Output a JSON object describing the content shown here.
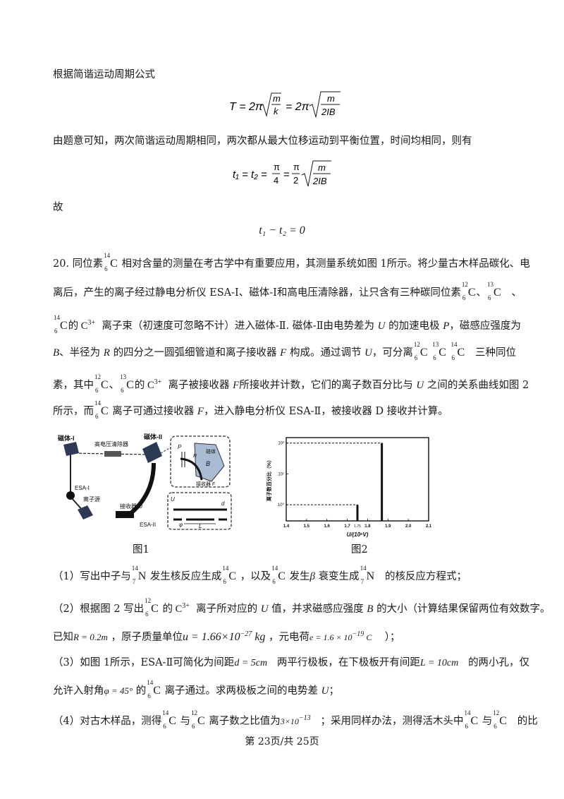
{
  "text": {
    "l1": "根据简谐运动周期公式",
    "eq1_T": "T = 2π",
    "eq1_m": "m",
    "eq1_k": "k",
    "eq1_mid": "= 2π",
    "eq1_m2": "m",
    "eq1_2IB": "2IB",
    "l2": "由题意可知，两次简谐运动周期相同，两次都从最大位移运动到平衡位置，时间均相同，则有",
    "eq2_t": "t₁ = t₂ =",
    "eq2_pi": "π",
    "eq2_4": "4",
    "eq2_eq": "=",
    "eq2_pi2": "π",
    "eq2_2": "2",
    "eq2_m": "m",
    "eq2_2IB": "2IB",
    "l3": "故",
    "eq3": "t₁ − t₂ = 0",
    "q20_a": "20. 同位素",
    "q20_b": "相对含量的测量在考古学中有重要应用，其测量系统如图 1所示。将少量古木样品碳化、电",
    "q20_c": "离后，产生的离子经过静电分析仪 ESA-I、磁体-I和高电压清除器，让只含有三种碳同位素",
    "q20_c2": "、",
    "q20_c3": "、",
    "q20_d1": "的",
    "q20_d2": "离子束（初速度可忽略不计）进入磁体-Ⅱ. 磁体-Ⅱ由电势差为",
    "q20_d3": "U",
    "q20_d4": "的加速电极",
    "q20_d5": "P",
    "q20_d6": "，磁感应强度为",
    "q20_e1": "B",
    "q20_e2": "、半径为",
    "q20_e3": "R",
    "q20_e4": "的四分之一圆弧细管道和离子接收器",
    "q20_e5": "F",
    "q20_e6": "构成。通过调节",
    "q20_e7": "U",
    "q20_e8": "，可分离",
    "q20_e9": "三种同位",
    "q20_f1": "素，其中",
    "q20_f2": "、",
    "q20_f3": "的",
    "q20_f4": "离子被接收器",
    "q20_f5": "F",
    "q20_f6": "所接收并计数，它们的离子数百分比与",
    "q20_f7": "U",
    "q20_f8": "之间的关系曲线如图 2",
    "q20_g1": "所示，而",
    "q20_g2": "离子可通过接收器",
    "q20_g3": "F",
    "q20_g4": "，进入静电分析仪 ESA-Ⅱ，被接收器 D 接收并计算。",
    "fig1_caption": "图1",
    "fig2_caption": "图2",
    "p1_a": "（1）写出中子与",
    "p1_b": "发生核反应生成",
    "p1_c": "，以及",
    "p1_d": "发生",
    "p1_e": "衰变生成",
    "p1_f": "的核反应方程式；",
    "p1_beta": "β",
    "p2_a": "（2）根据图 2 写出",
    "p2_b": "的",
    "p2_c": "离子所对应的",
    "p2_d": "U",
    "p2_e": "值，并求磁感应强度",
    "p2_f": "B",
    "p2_g": "的大小（计算结果保留两位有效数字。",
    "p2b_a": "已知",
    "p2b_R": "R = 0.2m",
    "p2b_b": "，原子质量单位",
    "p2b_u": "u = 1.66×10",
    "p2b_uexp": "−27",
    "p2b_kg": " kg",
    "p2b_c": "，元电荷",
    "p2b_e": "e = 1.6 × 10",
    "p2b_eexp": "−19",
    "p2b_C": " C",
    "p2b_d": "）；",
    "p3_a": "（3）如图 1所示，ESA-Ⅱ可简化为间距",
    "p3_d": "d = 5cm",
    "p3_b": "两平行极板，在下极板开有间距",
    "p3_L": "L = 10cm",
    "p3_c": "的两小孔，仅",
    "p3b_a": "允许入射角",
    "p3b_phi": "φ = 45°",
    "p3b_b": "的",
    "p3b_c": "离子通过。求两极板之间的电势差",
    "p3b_U": "U",
    "p3b_d": "；",
    "p4_a": "（4）对古木样品，测得",
    "p4_b": "与",
    "p4_c": "离子数之比值为",
    "p4_v": "3×10",
    "p4_vexp": "−13",
    "p4_d": "；采用同样办法，测得活木头中",
    "p4_e": "与",
    "p4_f": "的比",
    "footer": "第 23页/共 25页"
  },
  "iso": {
    "C14": {
      "a": "14",
      "z": "6",
      "s": "C"
    },
    "C13": {
      "a": "13",
      "z": "6",
      "s": "C"
    },
    "C12": {
      "a": "12",
      "z": "6",
      "s": "C"
    },
    "N14": {
      "a": "14",
      "z": "7",
      "s": "N"
    },
    "charge": "3+"
  },
  "fig1": {
    "magnet1": "磁体-I",
    "cleaner": "高电压清除器",
    "magnet2": "磁体-II",
    "esa1": "ESA-I",
    "source": "离子源",
    "receiverD": "接收器 D",
    "esa2": "ESA-II",
    "P": "P",
    "R": "R",
    "B": "B",
    "magnet_inset": "磁体",
    "receiverF": "接收器 F",
    "U1": "U",
    "L": "L",
    "d": "d",
    "phi": "φ"
  },
  "chart_data": {
    "type": "bar",
    "ylabel": "离子数百分比（%）",
    "xlabel": "U/(10⁶V)",
    "x_ticks": [
      "1.4",
      "1.5",
      "1.6",
      "1.7",
      "1.8",
      "1.9",
      "2.0",
      "2.1"
    ],
    "y_ticks": [
      "10⁰",
      "10¹",
      "10²"
    ],
    "xlim": [
      1.4,
      2.1
    ],
    "y_scale": "log",
    "ylim": [
      0.3,
      150
    ],
    "bars": [
      {
        "x": 1.75,
        "value": 1
      },
      {
        "x": 1.87,
        "value": 100
      }
    ],
    "dashed_levels": [
      {
        "from_x": 1.4,
        "to_x": 1.75,
        "value": 1
      },
      {
        "from_x": 1.4,
        "to_x": 1.87,
        "value": 100
      }
    ],
    "tick_marker_label": "1.75"
  }
}
